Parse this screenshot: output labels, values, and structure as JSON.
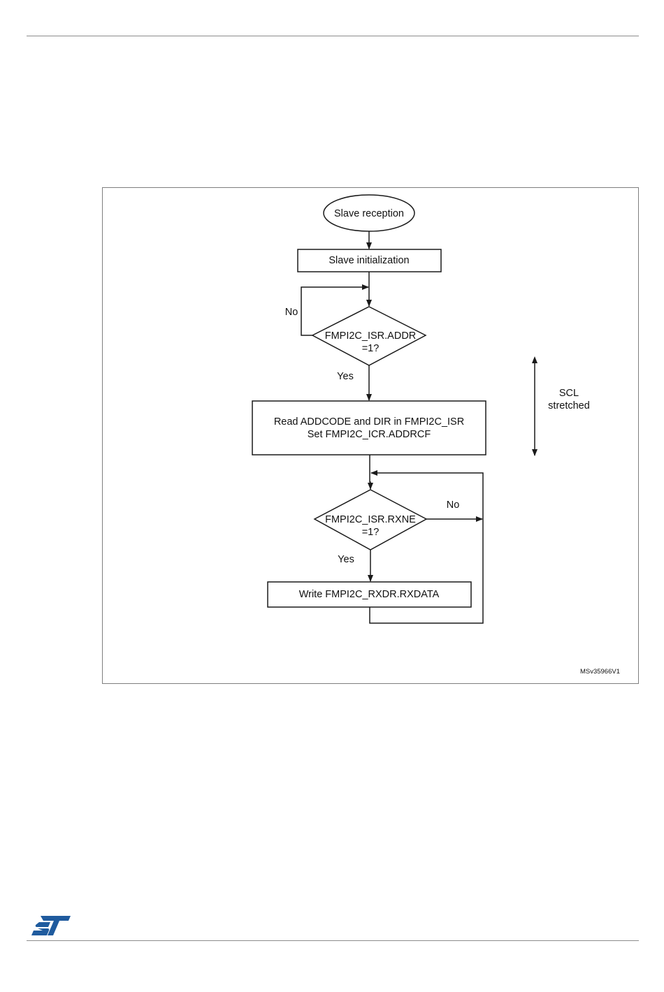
{
  "diagram": {
    "start": "Slave reception",
    "init": "Slave initialization",
    "addr_check": {
      "line1": "FMPI2C_ISR.ADDR",
      "line2": "=1?"
    },
    "addr_no": "No",
    "addr_yes": "Yes",
    "read_box": {
      "line1": "Read ADDCODE and DIR in FMPI2C_ISR",
      "line2": "Set FMPI2C_ICR.ADDRCF"
    },
    "rxne_check": {
      "line1": "FMPI2C_ISR.RXNE",
      "line2": "=1?"
    },
    "rxne_no": "No",
    "rxne_yes": "Yes",
    "write_box": "Write FMPI2C_RXDR.RXDATA",
    "scl_note": {
      "line1": "SCL",
      "line2": "stretched"
    },
    "figure_ref": "MSv35966V1"
  },
  "footer": {
    "logo": "ST"
  },
  "colors": {
    "line": "#1a1a1a",
    "border": "#7f7f7f",
    "rule": "#8c8c8c",
    "logo": "#1f5b9e"
  }
}
